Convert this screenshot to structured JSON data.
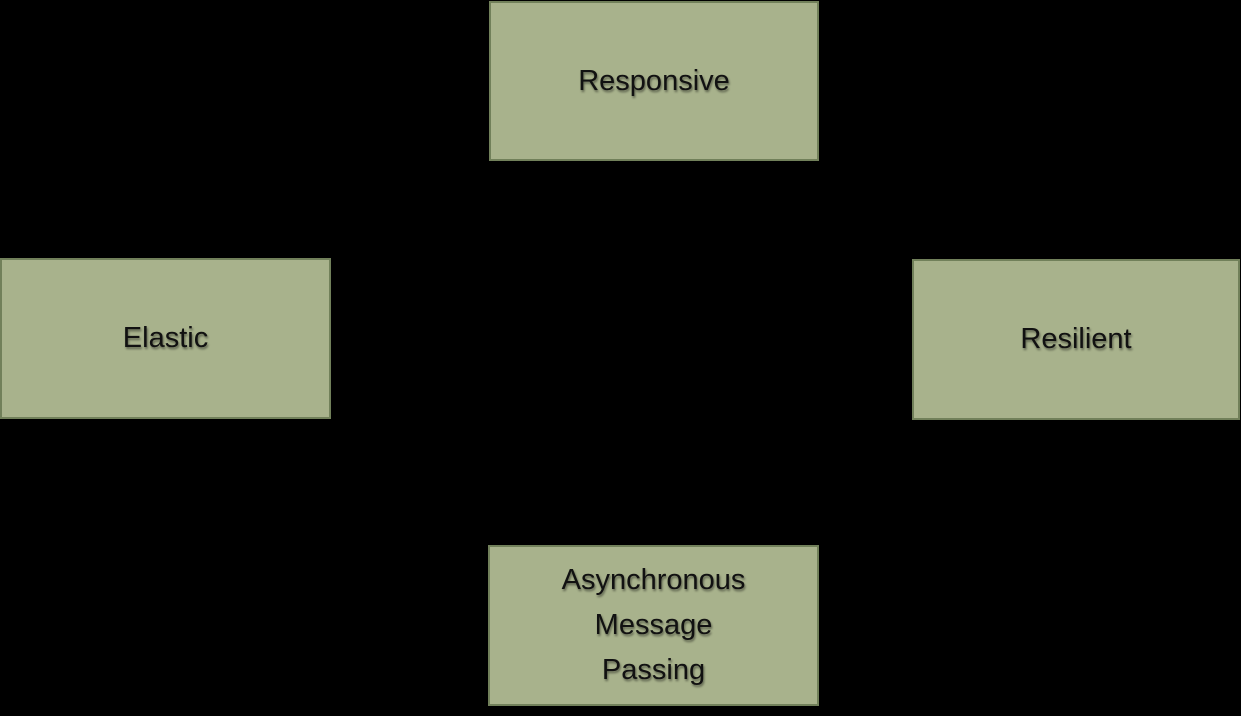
{
  "diagram": {
    "type": "block-diagram",
    "background_color": "#000000",
    "node_fill_color": "#a8b28c",
    "node_border_color": "#71805a",
    "node_text_color": "#111111",
    "connector_color": "#000000",
    "nodes": {
      "responsive": {
        "label": "Responsive"
      },
      "elastic": {
        "label": "Elastic"
      },
      "resilient": {
        "label": "Resilient"
      },
      "async_message_passing": {
        "label": "Asynchronous\nMessage\nPassing"
      }
    },
    "edges": [
      {
        "from": "responsive",
        "to": "elastic",
        "style": "elbow"
      },
      {
        "from": "responsive",
        "to": "resilient",
        "style": "elbow"
      },
      {
        "from": "elastic",
        "to": "resilient",
        "style": "straight"
      },
      {
        "from": "elastic",
        "to": "async_message_passing",
        "style": "elbow"
      },
      {
        "from": "resilient",
        "to": "async_message_passing",
        "style": "elbow"
      }
    ]
  }
}
